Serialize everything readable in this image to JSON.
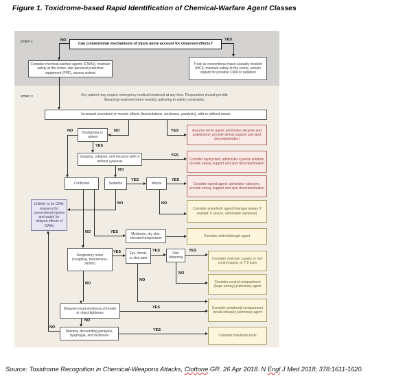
{
  "title": "Figure 1. Toxidrome-based Rapid Identification of Chemical-Warfare Agent Classes",
  "source": {
    "prefix": "Source: Toxidrome Recognition in Chemical-Weapons Attacks, ",
    "author": "Ciottone",
    "mid": " GR. 26 Apr 2018. N ",
    "journal": "Engl",
    "suffix": " J Med 2018; 378:1611-1620."
  },
  "labels": {
    "no": "NO",
    "yes": "YES",
    "step1": "STEP 1",
    "step2": "STEP 2"
  },
  "colors": {
    "step1_bg": "#d3d2d0",
    "step2_bg": "#f1ede5",
    "alert_bg": "#f9e9e7",
    "alert_border": "#b4635c",
    "alert_text": "#943c38",
    "warn_bg": "#fdf6dd",
    "warn_border": "#a99b67",
    "warn_text": "#675a33",
    "info_bg": "#e8e6f3",
    "info_border": "#8080a5",
    "info_text": "#3e3e68"
  },
  "flowchart": {
    "step1": {
      "question": "Can conventional mechanisms of injury alone account for observed effects?",
      "consider_cwa": "Consider chemical-warfare agents (CWAs), maintain safety at the scene, don personal protective equipment (PPE), assess victims",
      "treat_mci": "Treat as conventional mass-casualty incident (MCI), maintain safety at the scene, remain vigilant for possible CWA or radiation"
    },
    "step2": {
      "note": "Any patient may require emergency medical treatment at any time. Responders should provide lifesaving treatment when needed, adhering to safety constraints.",
      "secretions": "Increased secretions or muscle effects (fasciculations, weakness, paralysis), with or without miosis",
      "bradypnea": "Bradypnea or apnea",
      "gasping": "Gasping, collapse, and seizures with or without cyanosis",
      "confusion": "Confusion",
      "sedation": "Sedation",
      "miosis": "Miosis",
      "unlikely": "Unlikely to be CWA; reassess for conventional injuries and watch for delayed effects of CWAs",
      "mydriasis": "Mydriasis, dry skin, elevated temperature",
      "respiratory": "Respiratory noise (coughing, hoarseness, stridor)",
      "eye_throat": "Eye, throat, or skin pain",
      "skin_blistering": "Skin blistering",
      "delayed": "Delayed-onset shortness of breath or chest tightness",
      "diplopia": "Diplopia, descending paralysis, dysphagia, and mydriasis"
    },
    "outcomes": {
      "nerve": "Assume nerve agent; administer atropine and pralidoxime, provide airway support and spot decontamination",
      "asphyxiant": "Consider asphyxiant; administer cyanide antidote, provide airway support and spot decontamination",
      "opioid": "Consider opioid agent; administer naloxone, provide airway support and spot decontamination",
      "anesthetic": "Consider anesthetic agent (manage airway if needed; if unsure, administer naloxone)",
      "anticholinergic": "Consider anticholinergic agent",
      "vesicant": "Consider vesicant, caustic or riot-control agent, or T-2 toxin",
      "central": "Consider central-compartment (large-airway) pulmonary agent",
      "peripheral": "Consider peripheral-compartment (small-airways) pulmonary agent",
      "botulinum": "Consider botulinum toxin"
    }
  }
}
